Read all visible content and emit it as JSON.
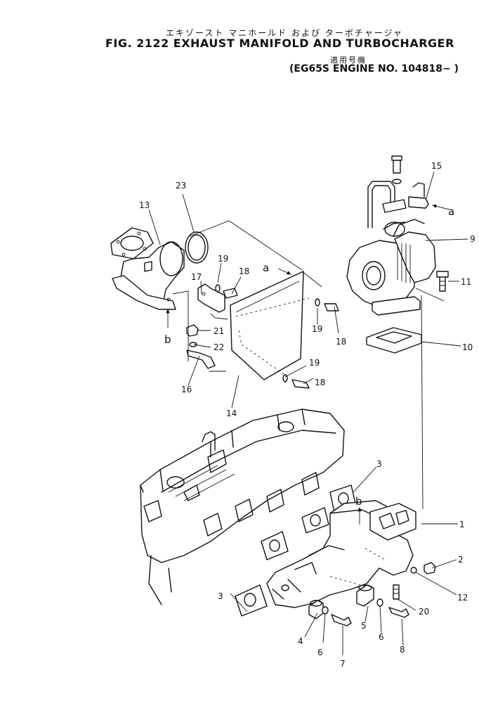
{
  "header": {
    "jp_title": "エキゾースト マニホールド および ターボチャージャ",
    "fig_title": "FIG. 2122  EXHAUST MANIFOLD AND TURBOCHARGER",
    "jp_applicability": "適用号機",
    "engine_note": "(EG65S ENGINE NO. 104818− )"
  },
  "callouts": [
    "1",
    "2",
    "3",
    "3",
    "4",
    "5",
    "6",
    "6",
    "7",
    "8",
    "9",
    "10",
    "11",
    "12",
    "13",
    "14",
    "15",
    "16",
    "17",
    "18",
    "18",
    "18",
    "19",
    "19",
    "19",
    "20",
    "21",
    "22",
    "23"
  ],
  "refs": [
    "a",
    "a",
    "b",
    "b"
  ]
}
